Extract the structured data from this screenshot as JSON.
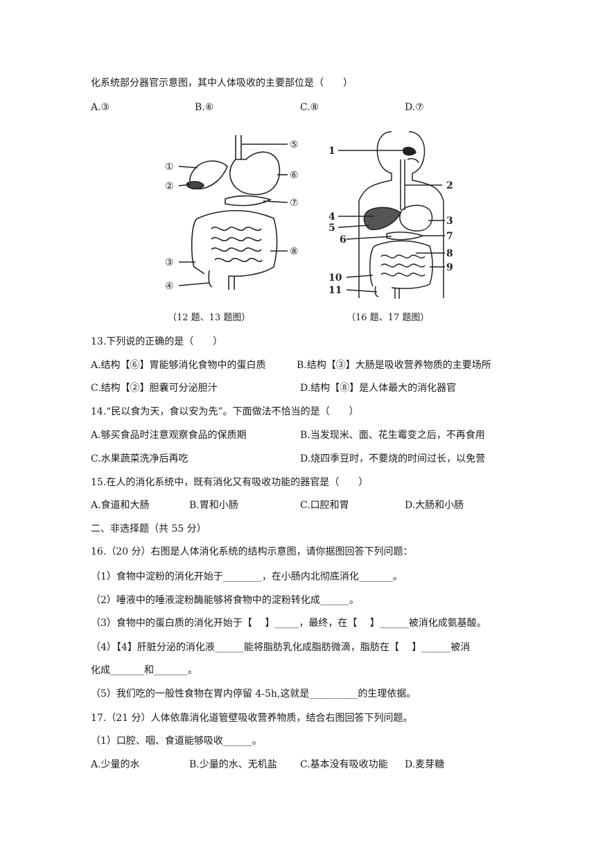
{
  "q12": {
    "stem_tail": "化系统部分器官示意图，其中人体吸收的主要部位是（　　）",
    "options": [
      "A.③",
      "B.⑥",
      "C.⑧",
      "D.⑦"
    ]
  },
  "figures": {
    "fig1": {
      "labels": [
        "①",
        "②",
        "③",
        "④",
        "⑤",
        "⑥",
        "⑦",
        "⑧"
      ],
      "caption": "（12 题、13 题图）"
    },
    "fig2": {
      "labels": [
        "1",
        "2",
        "3",
        "4",
        "5",
        "6",
        "7",
        "8",
        "9",
        "10",
        "11"
      ],
      "caption": "（16 题、17 题图）"
    }
  },
  "q13": {
    "stem": "13.下列说的正确的是（　　）",
    "options": [
      "A.结构【⑥】胃能够消化食物中的蛋白质",
      "B.结构【③】大肠是吸收营养物质的主要场所",
      "C.结构【②】胆囊可分泌胆汁",
      "D.结构【⑧】是人体最大的消化器官"
    ]
  },
  "q14": {
    "stem": "14.“民以食为天，食以安为先”。下面做法不恰当的是（　　）",
    "options": [
      "A.够买食品时注意观察食品的保质期",
      "B.当发现米、面、花生霉变之后，不再食用",
      "C.水果蔬菜洗净后再吃",
      "D.烧四季豆时，不要烧的时间过长，以免营"
    ]
  },
  "q15": {
    "stem": "15.在人的消化系统中，既有消化又有吸收功能的器官是（　　）",
    "options": [
      "A.食道和大肠",
      "B.胃和小肠",
      "C.口腔和胃",
      "D.大肠和小肠"
    ]
  },
  "section2": {
    "title": "二、非选择题（共 55 分）"
  },
  "q16": {
    "stem": "16.（20 分）右图是人体消化系统的结构示意图，请你据图回答下列问题：",
    "parts": [
      "（1）食物中淀粉的消化开始于________，在小肠内北彻底消化_______。",
      "（2）唾液中的唾液淀粉酶能够将食物中的淀粉转化成______。",
      "（3）食物中的蛋白质的消化开始于【　 】_____，最终，在【　 】______被消化成氨基酸。",
      "（4）【4】肝脏分泌的消化液______能将脂肪乳化成脂肪微滴，脂肪在【　 】______被消",
      "化成_______和_______。",
      "（5）我们吃的一般性食物在胃内停留 4-5h,这就是__________的生理依据。"
    ]
  },
  "q17": {
    "stem": "17.（21 分）人体依靠消化道管壁吸收营养物质，结合右图回答下列问题。",
    "parts": [
      "（1）口腔、咽、食道能够吸收______。"
    ],
    "options": [
      "A.少量的水",
      "B.少量的水、无机盐",
      "C.基本没有吸收功能",
      "D.麦芽糖"
    ]
  }
}
